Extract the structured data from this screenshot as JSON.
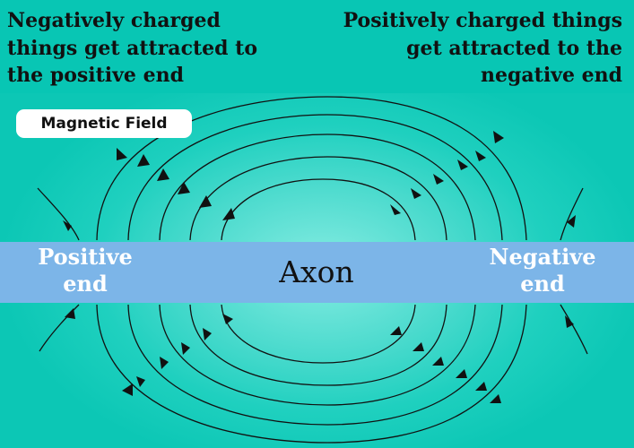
{
  "captions": {
    "left": "Negatively charged things get attracted to the positive end",
    "right": "Positively charged things get attracted to the negative end"
  },
  "field_label": "Magnetic Field",
  "axon": {
    "label": "Axon",
    "left_end": "Positive end",
    "right_end": "Negative end"
  },
  "colors": {
    "background": "#08c6b4",
    "axon_bar": "#7cb5e8",
    "field_lines": "#111111"
  }
}
